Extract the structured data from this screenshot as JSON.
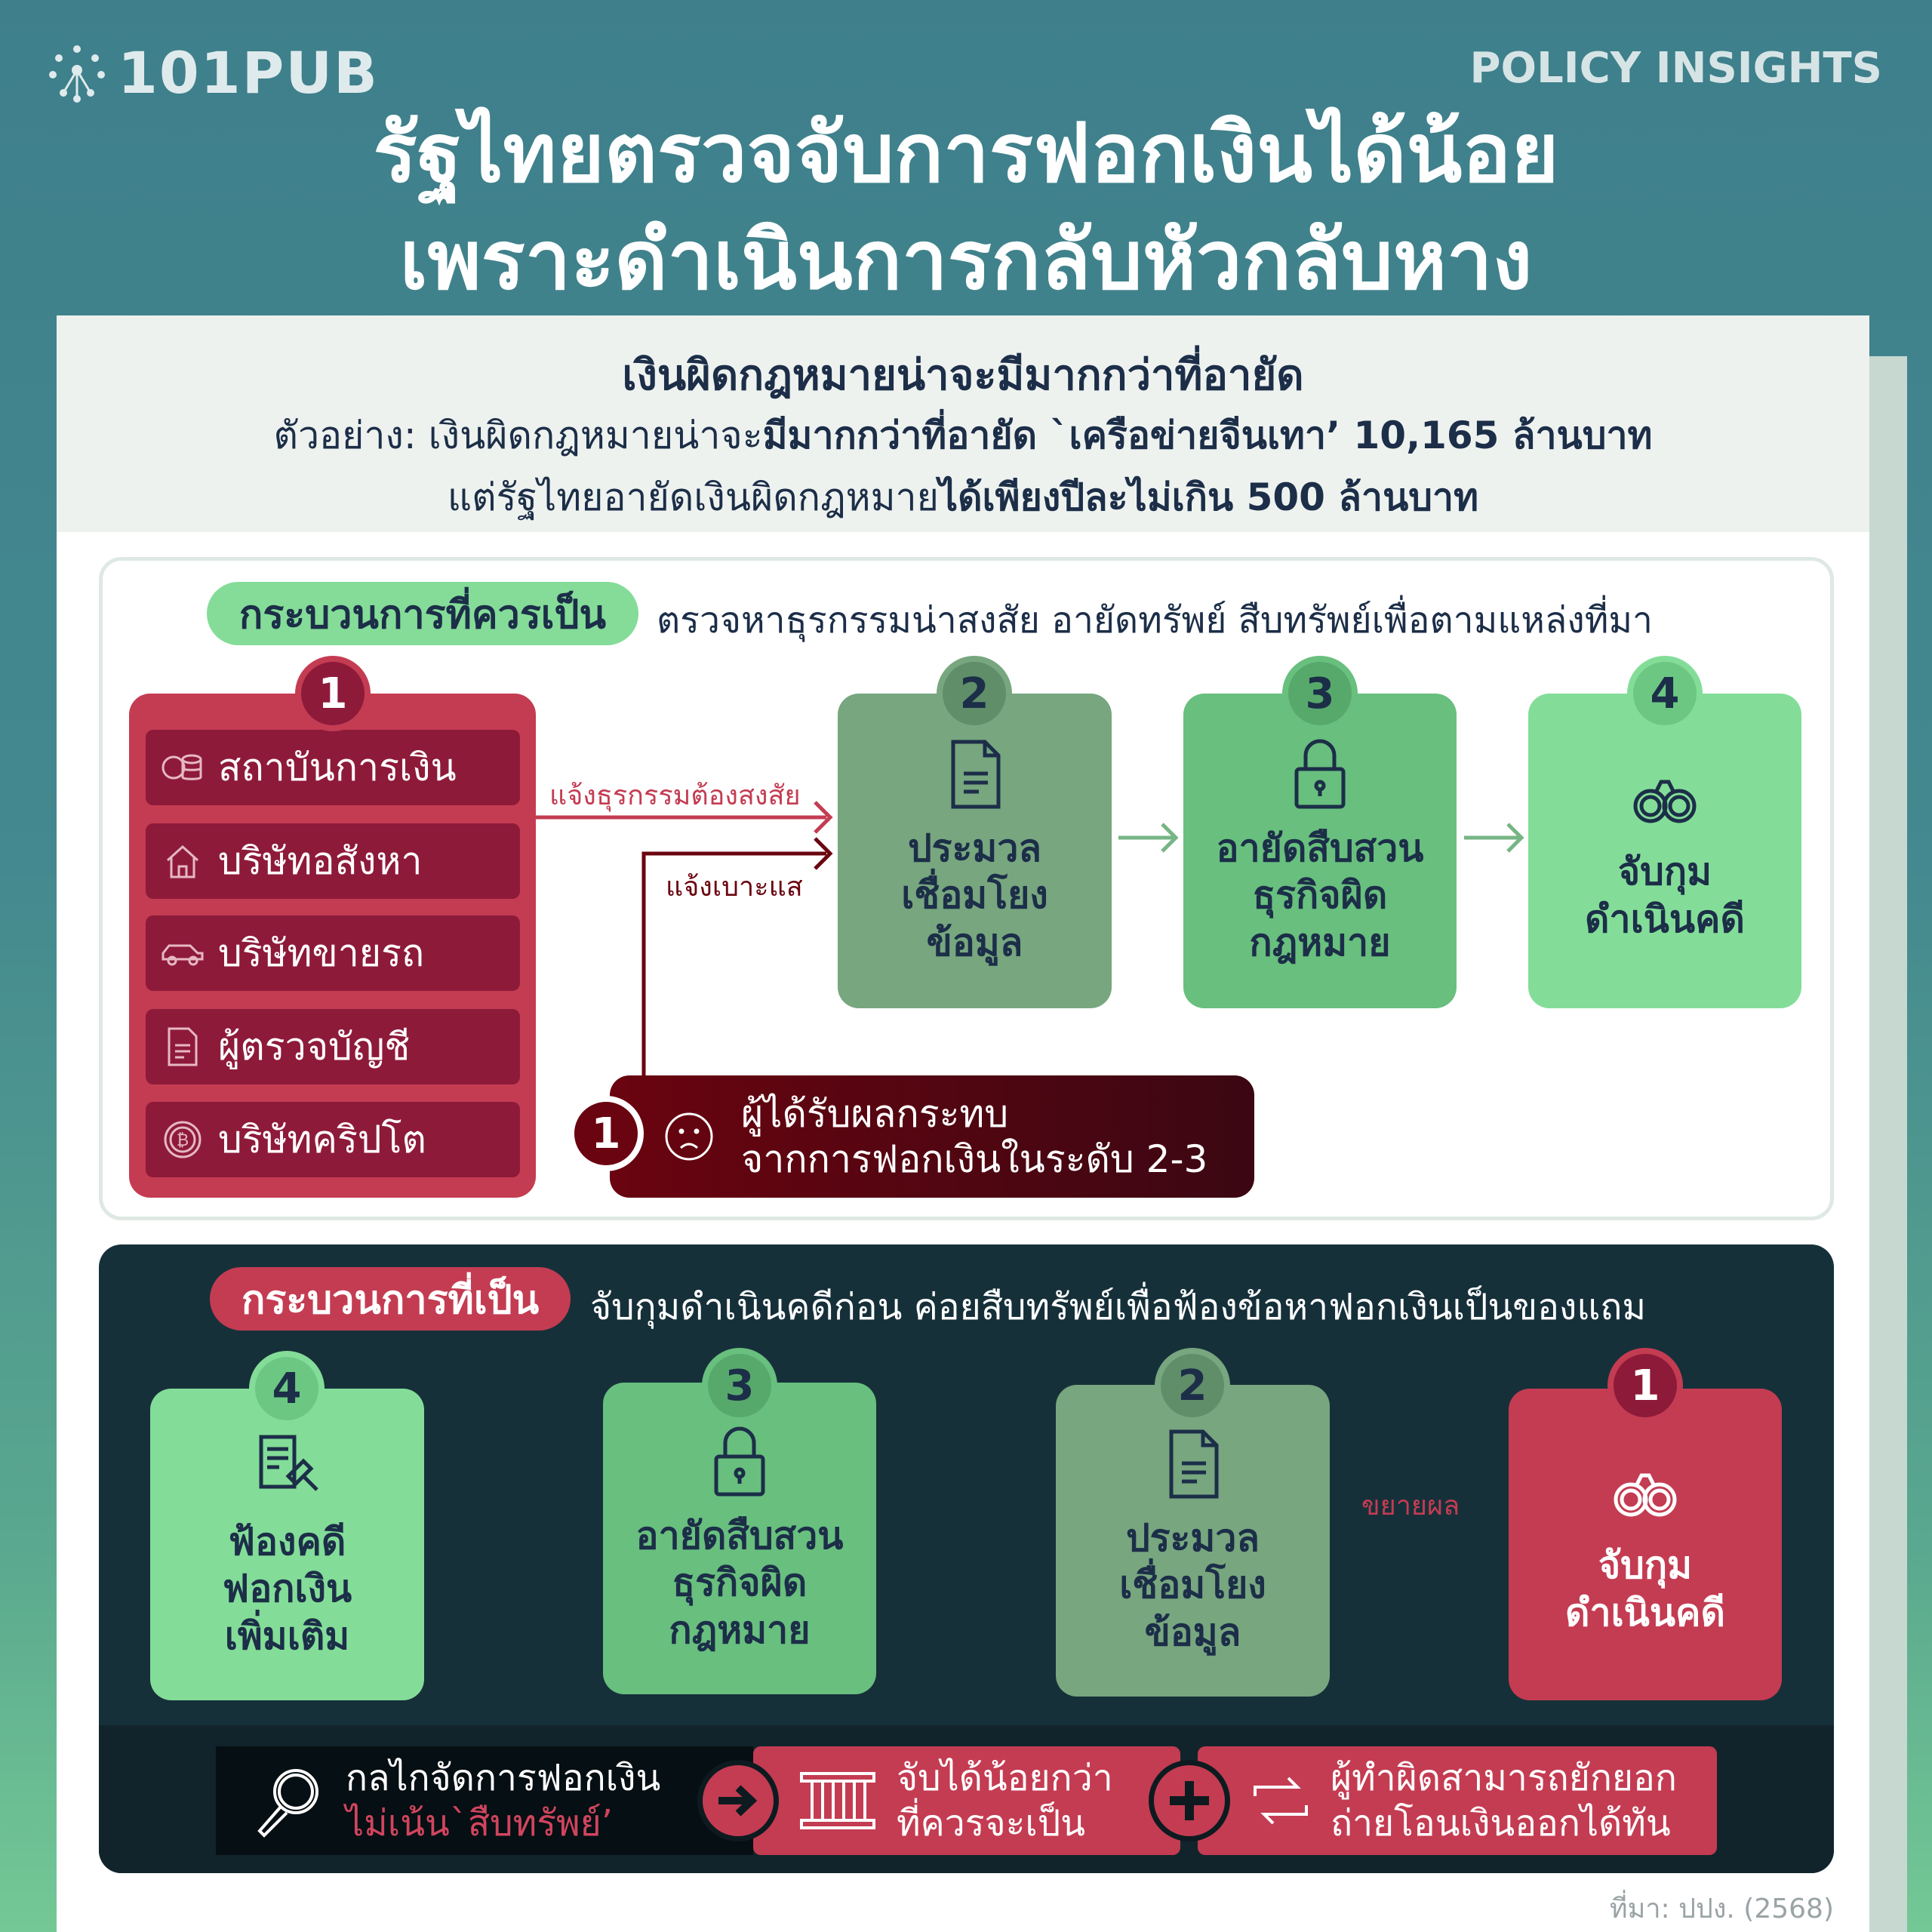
{
  "brand": {
    "logo": "101PUB",
    "section": "POLICY INSIGHTS"
  },
  "title": {
    "line1": "รัฐไทยตรวจจับการฟอกเงินได้น้อย",
    "line2": "เพราะดำเนินการกลับหัวกลับหาง"
  },
  "summary": {
    "heading": "เงินผิดกฎหมายน่าจะมีมากกว่าที่อายัด",
    "example_prefix": "ตัวอย่าง:  เงินผิดกฎหมายน่าจะ",
    "example_bold": "มีมากกว่าที่อายัด `เครือข่ายจีนเทา’ 10,165 ล้านบาท",
    "line3_prefix": "แต่รัฐไทยอายัดเงินผิดกฎหมาย",
    "line3_bold": "ได้เพียงปีละไม่เกิน 500 ล้านบาท"
  },
  "ideal": {
    "pill": "กระบวนการที่ควรเป็น",
    "lead": "ตรวจหาธุรกรรมน่าสงสัย อายัดทรัพย์ สืบทรัพย์เพื่อตามแหล่งที่มา",
    "step1": {
      "num": "1",
      "items": [
        {
          "icon": "coins-icon",
          "label": "สถาบันการเงิน"
        },
        {
          "icon": "house-icon",
          "label": "บริษัทอสังหา"
        },
        {
          "icon": "car-icon",
          "label": "บริษัทขายรถ"
        },
        {
          "icon": "document-icon",
          "label": "ผู้ตรวจบัญชี"
        },
        {
          "icon": "bitcoin-icon",
          "label": "บริษัทคริปโต"
        }
      ]
    },
    "arrow_report": "แจ้งธุรกรรมต้องสงสัย",
    "arrow_tip": "แจ้งเบาะแส",
    "victim": {
      "num": "1",
      "icon": "sad-face-icon",
      "line1": "ผู้ได้รับผลกระทบ",
      "line2": "จากการฟอกเงินในระดับ 2-3"
    },
    "steps": [
      {
        "num": "2",
        "icon": "document-icon",
        "l1": "ประมวล",
        "l2": "เชื่อมโยง",
        "l3": "ข้อมูล"
      },
      {
        "num": "3",
        "icon": "lock-icon",
        "l1": "อายัดสืบสวน",
        "l2": "ธุรกิจผิด",
        "l3": "กฎหมาย"
      },
      {
        "num": "4",
        "icon": "handcuffs-icon",
        "l1": "จับกุม",
        "l2": "ดำเนินคดี"
      }
    ]
  },
  "actual": {
    "pill": "กระบวนการที่เป็น",
    "lead": "จับกุมดำเนินคดีก่อน ค่อยสืบทรัพย์เพื่อฟ้องข้อหาฟอกเงินเป็นของแถม",
    "expand": "ขยายผล",
    "steps": [
      {
        "num": "4",
        "icon": "lawsuit-icon",
        "l1": "ฟ้องคดี",
        "l2": "ฟอกเงิน",
        "l3": "เพิ่มเติม"
      },
      {
        "num": "3",
        "icon": "lock-icon",
        "l1": "อายัดสืบสวน",
        "l2": "ธุรกิจผิด",
        "l3": "กฎหมาย"
      },
      {
        "num": "2",
        "icon": "document-icon",
        "l1": "ประมวล",
        "l2": "เชื่อมโยง",
        "l3": "ข้อมูล"
      },
      {
        "num": "1",
        "icon": "handcuffs-icon",
        "l1": "จับกุม",
        "l2": "ดำเนินคดี"
      }
    ]
  },
  "bottom": {
    "mech_l1": "กลไกจัดการฟอกเงิน",
    "mech_l2": "ไม่เน้น`สืบทรัพย์’",
    "catch_l1": "จับได้น้อยกว่า",
    "catch_l2": "ที่ควรจะเป็น",
    "move_l1": "ผู้ทำผิดสามารถยักยอก",
    "move_l2": "ถ่ายโอนเงินออกได้ทัน"
  },
  "source": "ที่มา: ปปง. (2568)",
  "colors": {
    "red": "#c43c52",
    "maroon": "#8e1a3a",
    "green1": "#77a67f",
    "green2": "#68bf7e",
    "green3": "#83dd98",
    "navy": "#16303a"
  }
}
